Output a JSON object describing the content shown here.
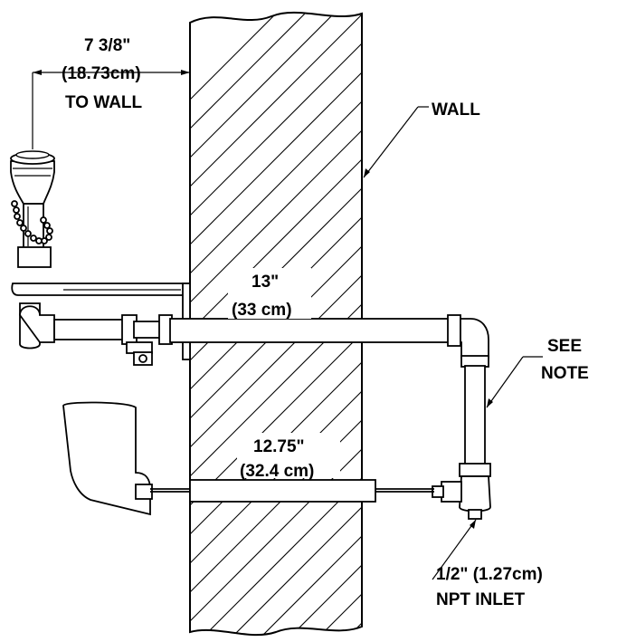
{
  "labels": {
    "dim_to_wall_line1": "7 3/8\"",
    "dim_to_wall_line2": "(18.73cm)",
    "dim_to_wall_line3": "TO WALL",
    "wall": "WALL",
    "dim_upper_line1": "13\"",
    "dim_upper_line2": "(33 cm)",
    "see_note_line1": "SEE",
    "see_note_line2": "NOTE",
    "dim_lower_line1": "12.75\"",
    "dim_lower_line2": "(32.4 cm)",
    "inlet_line1": "1/2\" (1.27cm)",
    "inlet_line2": "NPT INLET"
  }
}
